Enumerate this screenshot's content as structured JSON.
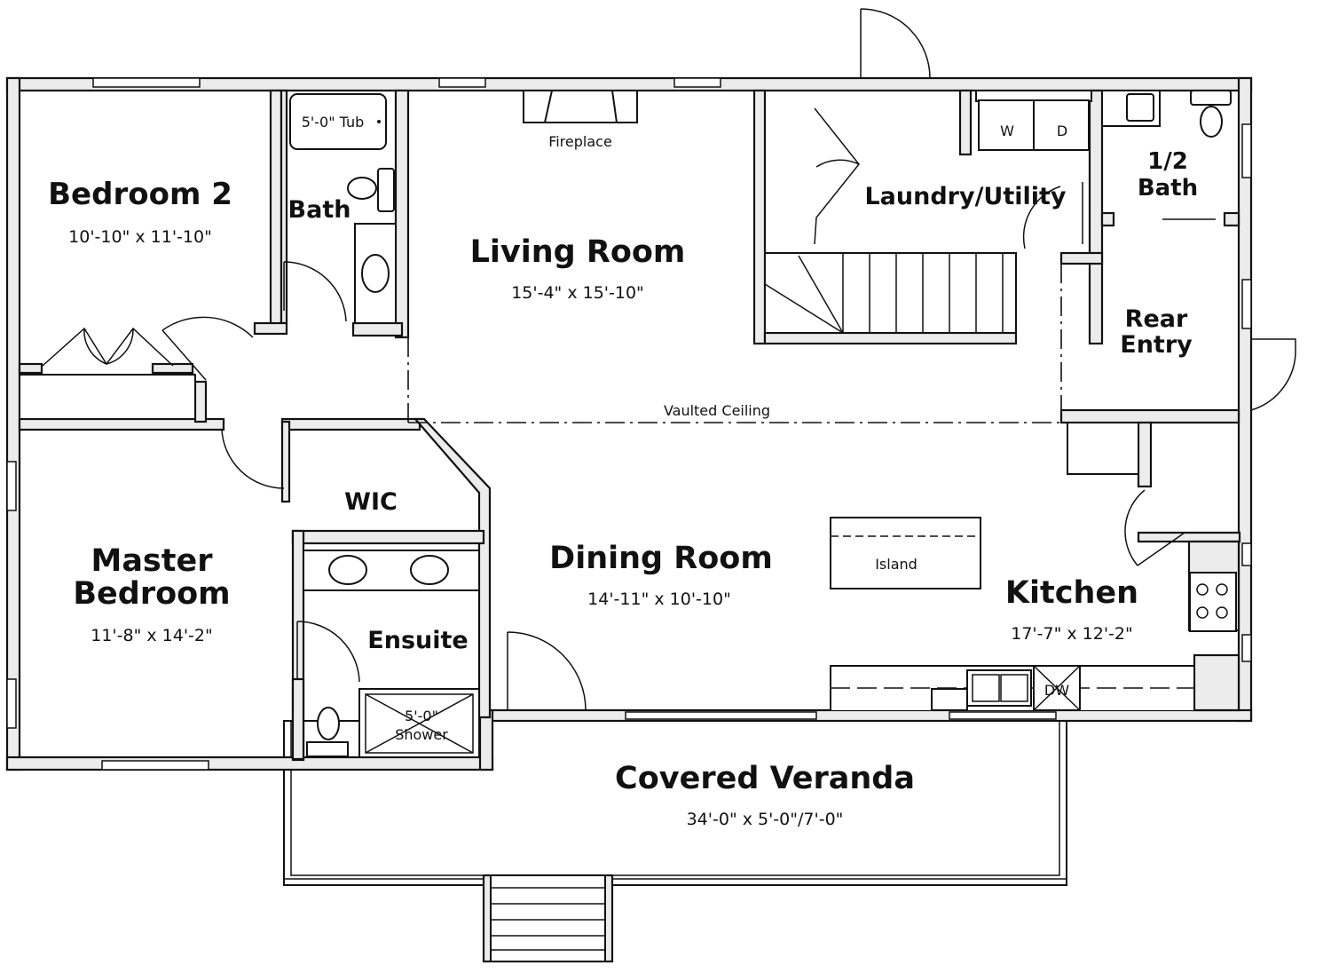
{
  "rooms": {
    "bedroom2": {
      "name": "Bedroom 2",
      "size": "10'-10\" x 11'-10\""
    },
    "bath": {
      "name": "Bath"
    },
    "living": {
      "name": "Living Room",
      "size": "15'-4\" x 15'-10\""
    },
    "laundry": {
      "name": "Laundry/Utility"
    },
    "half_bath": {
      "name_line1": "1/2",
      "name_line2": "Bath"
    },
    "rear_entry": {
      "name_line1": "Rear",
      "name_line2": "Entry"
    },
    "master": {
      "name_line1": "Master",
      "name_line2": "Bedroom",
      "size": "11'-8\" x 14'-2\""
    },
    "wic": {
      "name": "WIC"
    },
    "ensuite": {
      "name": "Ensuite"
    },
    "dining": {
      "name": "Dining Room",
      "size": "14'-11\" x 10'-10\""
    },
    "kitchen": {
      "name": "Kitchen",
      "size": "17'-7\" x 12'-2\""
    },
    "veranda": {
      "name": "Covered Veranda",
      "size": "34'-0\" x 5'-0\"/7'-0\""
    }
  },
  "fixtures": {
    "tub": "5'-0\" Tub",
    "fireplace": "Fireplace",
    "washer": "W",
    "dryer": "D",
    "vaulted": "Vaulted Ceiling",
    "island": "Island",
    "shower_line1": "5'-0\"",
    "shower_line2": "Shower",
    "dishwasher": "DW"
  }
}
